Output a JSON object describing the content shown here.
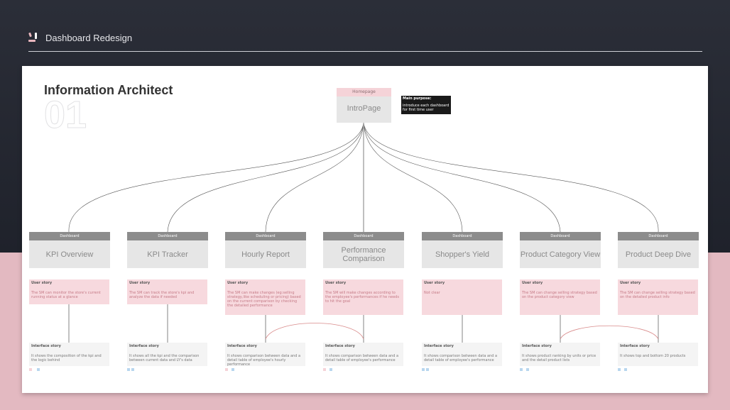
{
  "header": {
    "title": "Dashboard Redesign"
  },
  "slide": {
    "title": "Information Architect",
    "number": "01",
    "homepage": {
      "tag": "Homepage",
      "name": "IntroPage"
    },
    "purpose": {
      "title": "Main purpose:",
      "text": "introduce each dashboard for first time user"
    },
    "dashboards": [
      {
        "tag": "Dashboard",
        "name": "KPI Overview",
        "story_title": "User story",
        "story": "The SM can monitor the store's current running status at a glance",
        "iface_title": "Interface story",
        "iface": "It shows the composition of the kpi and the logic behind"
      },
      {
        "tag": "Dashboard",
        "name": "KPI Tracker",
        "story_title": "User story",
        "story": "The SM can track the store's kpi and analyze the data if needed",
        "iface_title": "Interface story",
        "iface": "It shows all the kpi and the comparison between current data and LY's data"
      },
      {
        "tag": "Dashboard",
        "name": "Hourly Report",
        "story_title": "User story",
        "story": "The SM can make changes (eg:selling strategy,like scheduling or pricing) based on the current comparison by checking the detailed performance",
        "iface_title": "Interface story",
        "iface": "It shows comparison between data and a detail table of employee's hourly performance"
      },
      {
        "tag": "Dashboard",
        "name": "Performance Comparison",
        "story_title": "User story",
        "story": "The SM will make changes according to the employee's performances if he needs to hit the goal",
        "iface_title": "Interface story",
        "iface": "It shows comparison between data and a detail table of employee's performance"
      },
      {
        "tag": "Dashboard",
        "name": "Shopper's Yield",
        "story_title": "User story",
        "story": "Not clear",
        "iface_title": "Interface story",
        "iface": "It shows comparison between data and a detail table of employee's performance"
      },
      {
        "tag": "Dashboard",
        "name": "Product Category View",
        "story_title": "User story",
        "story": "The SM can change selling strategy based on the product category view",
        "iface_title": "Interface story",
        "iface": "It shows product ranking by units or price and the detail product lists"
      },
      {
        "tag": "Dashboard",
        "name": "Product Deep Dive",
        "story_title": "User story",
        "story": "The SM can change selling strategy based on the detailed product info",
        "iface_title": "Interface story",
        "iface": "It shows top and bottom 20 products"
      }
    ]
  },
  "colors": {
    "tag_pink": "#f5d3d8",
    "story_pink": "#f7d9de",
    "dark": "#272a34",
    "band": "#e3b9c1"
  }
}
